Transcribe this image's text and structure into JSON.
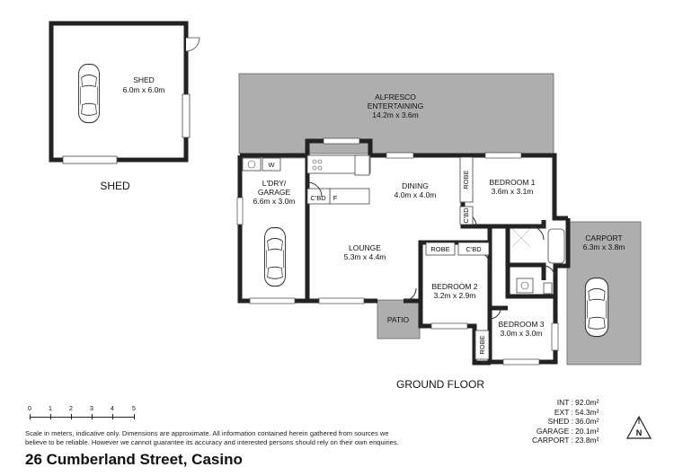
{
  "rooms": {
    "shed": {
      "name": "SHED",
      "dims": "6.0m x 6.0m"
    },
    "shed_heading": "SHED",
    "alfresco": {
      "name": "ALFRESCO",
      "name2": "ENTERTAINING",
      "dims": "14.2m x 3.6m"
    },
    "laundry": {
      "name": "L'DRY/",
      "name2": "GARAGE",
      "dims": "6.6m x 3.0m"
    },
    "dining": {
      "name": "DINING",
      "dims": "4.0m x 4.0m"
    },
    "lounge": {
      "name": "LOUNGE",
      "dims": "5.3m x 4.4m"
    },
    "bedroom1": {
      "name": "BEDROOM 1",
      "dims": "3.6m x 3.1m"
    },
    "bedroom2": {
      "name": "BEDROOM 2",
      "dims": "3.2m x 2.9m"
    },
    "bedroom3": {
      "name": "BEDROOM 3",
      "dims": "3.0m x 3.0m"
    },
    "carport": {
      "name": "CARPORT",
      "dims": "6.3m x 3.8m"
    },
    "patio": {
      "name": "PATIO"
    }
  },
  "labels": {
    "robe": "ROBE",
    "cbd": "C'BD",
    "f": "F",
    "w": "W"
  },
  "floor_label": "GROUND FLOOR",
  "scale": {
    "ticks": [
      "0",
      "1",
      "2",
      "3",
      "4",
      "5"
    ]
  },
  "disclaimer": {
    "line1": "Scale in meters, indicative only. Dimensions are approximate. All information contained herein gathered from sources we",
    "line2": "believe to be reliable. However we cannot guarantee its accuracy and interested persons should rely on their own enquiries."
  },
  "areas": [
    {
      "label": "INT :",
      "value": "92.0m²"
    },
    {
      "label": "EXT :",
      "value": "54.3m²"
    },
    {
      "label": "SHED :",
      "value": "36.0m²"
    },
    {
      "label": "GARAGE :",
      "value": "20.1m²"
    },
    {
      "label": "CARPORT :",
      "value": "23.8m²"
    }
  ],
  "compass": {
    "letter": "N"
  },
  "address": "26 Cumberland Street, Casino"
}
